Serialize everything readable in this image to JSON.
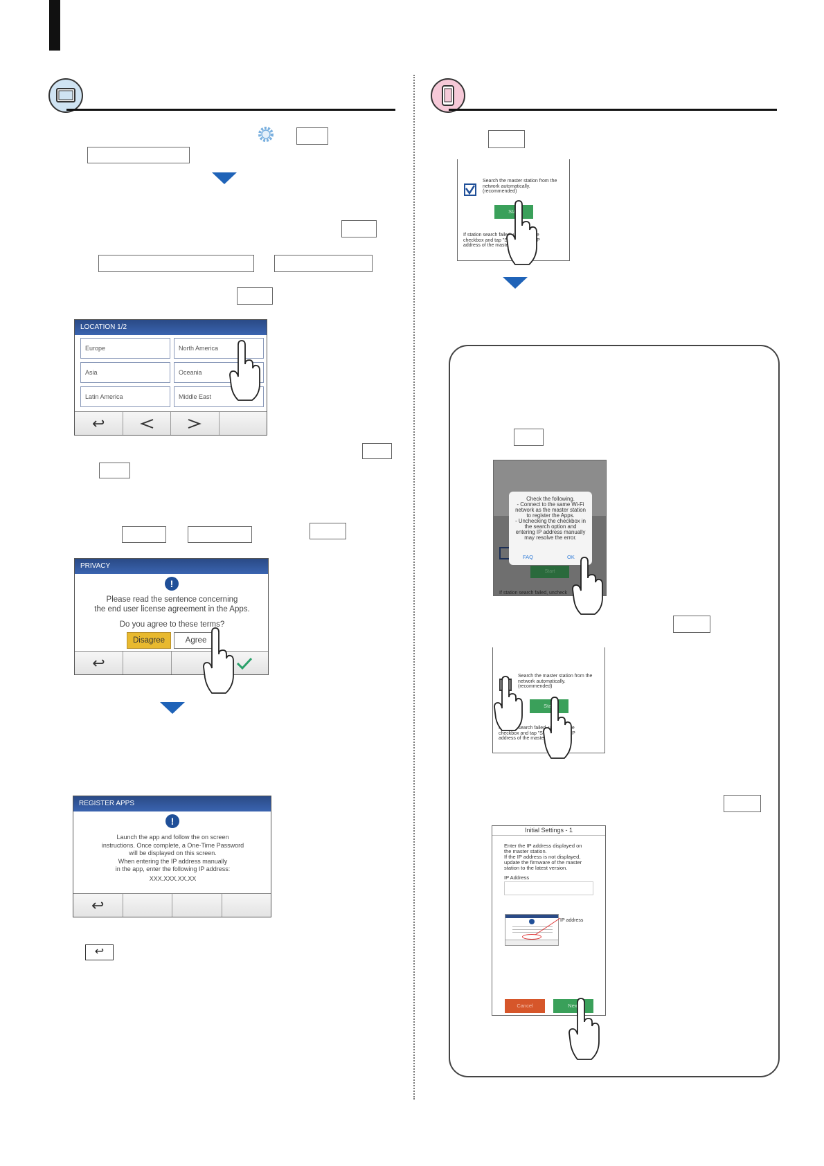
{
  "privacy": {
    "title": "PRIVACY",
    "line1": "Please read the sentence concerning",
    "line2": "the end user license agreement in the Apps.",
    "question": "Do you agree to these terms?",
    "disagree": "Disagree",
    "agree": "Agree"
  },
  "location": {
    "title": "LOCATION 1/2",
    "items": [
      "Europe",
      "North America",
      "Asia",
      "Oceania",
      "Latin America",
      "Middle East"
    ]
  },
  "register": {
    "title": "REGISTER APPS",
    "lines": [
      "Launch the app and follow the on screen",
      "instructions. Once complete, a One-Time Password",
      "will be displayed on this screen.",
      "When entering the IP address manually",
      "in the app, enter the following IP address:"
    ],
    "ip": "XXX.XXX.XX.XX"
  },
  "app_search": {
    "line1": "Search the master station from the",
    "line2": "network automatically.",
    "line3": "(recommended)",
    "start": "Start",
    "fail1": "If station search failed, uncheck the",
    "fail2": "checkbox and tap \"Start\" to enter IP",
    "fail3": "address of the master station."
  },
  "app_alert": {
    "lines": [
      "Check the following.",
      "- Connect to the same Wi-Fi",
      "network as the master station",
      "to register the Apps.",
      "- Unchecking the checkbox in",
      "the search option and",
      "entering IP address manually",
      "may resolve the error."
    ],
    "faq": "FAQ",
    "ok": "OK",
    "bg_start": "Start",
    "bg_fail": "If station search failed, uncheck"
  },
  "initial_settings": {
    "title": "Initial Settings - 1",
    "lines": [
      "Enter the IP address displayed on",
      "the master station.",
      "If the IP address is not displayed,",
      "update the firmware of the master",
      "station to the latest version."
    ],
    "ip_label": "IP Address",
    "ip_callout": "IP address",
    "cancel": "Cancel",
    "next": "Next"
  },
  "footer_back_symbol": "↩",
  "icons": [
    "monitor-icon",
    "smartphone-icon",
    "gear-icon",
    "back-arrow-icon",
    "check-icon",
    "hand-pointer-icon"
  ]
}
